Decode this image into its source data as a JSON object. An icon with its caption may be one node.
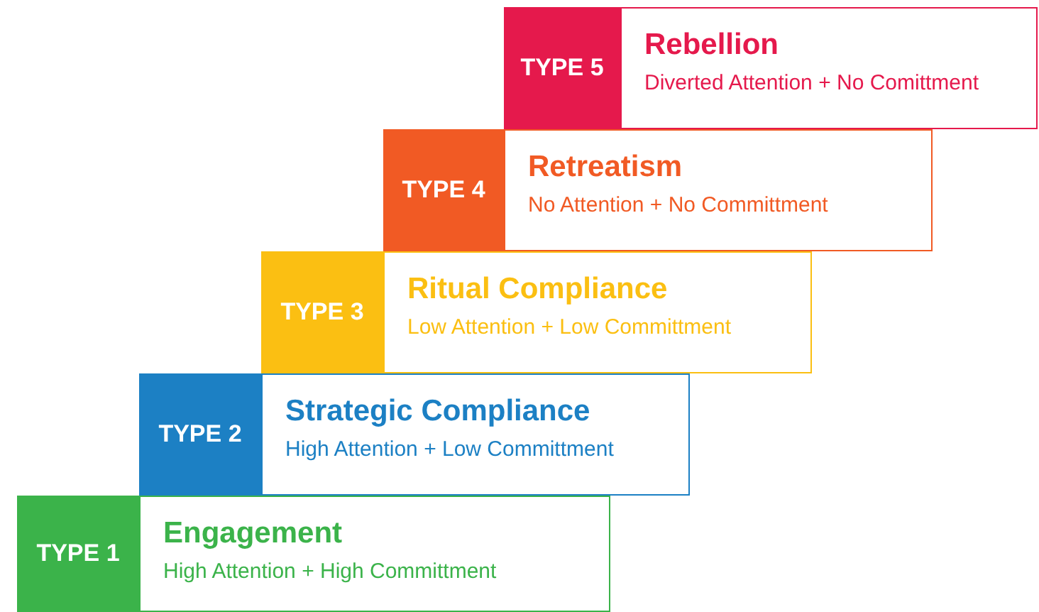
{
  "diagram": {
    "nodes": [
      {
        "text": [
          "TYPE 5"
        ]
      },
      {
        "text": [
          "Rebellion",
          "Diverted Attention + No Comittment"
        ]
      },
      {
        "text": [
          "TYPE 4"
        ]
      },
      {
        "text": [
          "Retreatism",
          "No Attention + No Committment"
        ]
      },
      {
        "text": [
          "TYPE 3"
        ]
      },
      {
        "text": [
          "Ritual Compliance",
          "Low Attention + Low Committment"
        ]
      },
      {
        "text": [
          "TYPE 2"
        ]
      },
      {
        "text": [
          "Strategic Compliance",
          "High Attention + Low Committment"
        ]
      },
      {
        "text": [
          "TYPE 1"
        ]
      },
      {
        "text": [
          "Engagement",
          "High Attention + High Committment"
        ]
      }
    ]
  }
}
